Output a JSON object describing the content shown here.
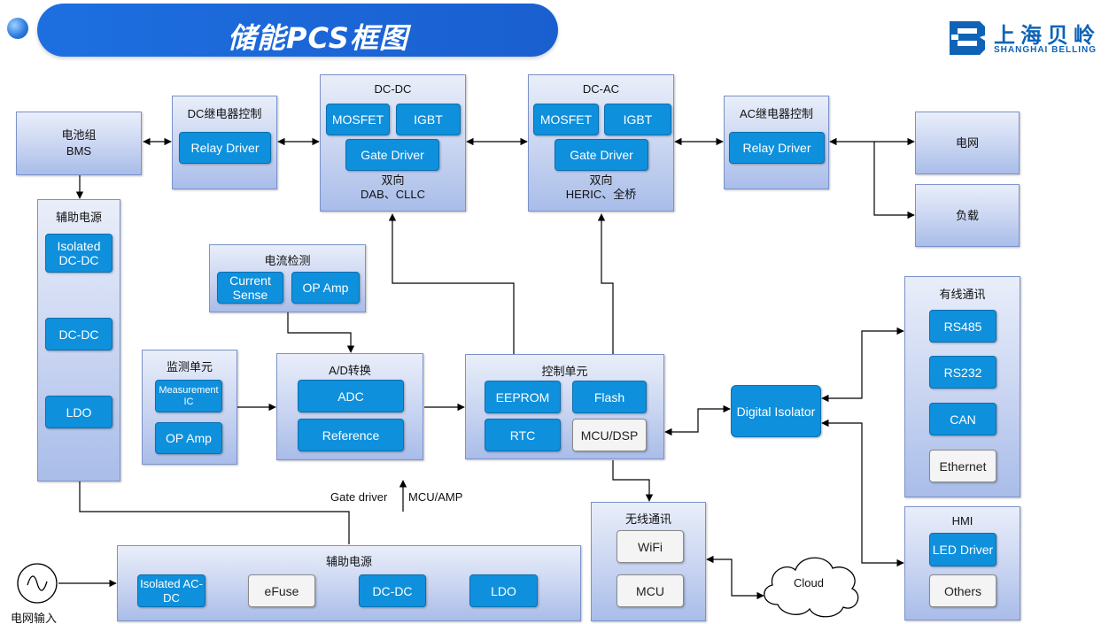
{
  "header": {
    "title": "储能PCS框图"
  },
  "logo": {
    "cn": "上海贝岭",
    "en": "SHANGHAI BELLING"
  },
  "battery": {
    "line1": "电池组",
    "line2": "BMS"
  },
  "dc_relay": {
    "title": "DC继电器控制",
    "driver": "Relay Driver"
  },
  "dcdc": {
    "title": "DC-DC",
    "mosfet": "MOSFET",
    "igbt": "IGBT",
    "gate": "Gate Driver",
    "line1": "双向",
    "line2": "DAB、CLLC"
  },
  "dcac": {
    "title": "DC-AC",
    "mosfet": "MOSFET",
    "igbt": "IGBT",
    "gate": "Gate Driver",
    "line1": "双向",
    "line2": "HERIC、全桥"
  },
  "ac_relay": {
    "title": "AC继电器控制",
    "driver": "Relay Driver"
  },
  "grid": {
    "label": "电网"
  },
  "load": {
    "label": "负载"
  },
  "aux_left": {
    "title": "辅助电源",
    "isolated": "Isolated DC-DC",
    "dcdc": "DC-DC",
    "ldo": "LDO"
  },
  "current_sense": {
    "title": "电流检测",
    "sense": "Current Sense",
    "opamp": "OP Amp"
  },
  "monitor": {
    "title": "监测单元",
    "meas": "Measurement IC",
    "opamp": "OP Amp"
  },
  "adc": {
    "title": "A/D转换",
    "adc": "ADC",
    "ref": "Reference"
  },
  "control": {
    "title": "控制单元",
    "eeprom": "EEPROM",
    "flash": "Flash",
    "rtc": "RTC",
    "mcu": "MCU/DSP"
  },
  "isolator": {
    "label": "Digital Isolator"
  },
  "wired": {
    "title": "有线通讯",
    "rs485": "RS485",
    "rs232": "RS232",
    "can": "CAN",
    "eth": "Ethernet"
  },
  "hmi": {
    "title": "HMI",
    "led": "LED Driver",
    "others": "Others"
  },
  "wireless": {
    "title": "无线通讯",
    "wifi": "WiFi",
    "mcu": "MCU"
  },
  "cloud": {
    "label": "Cloud"
  },
  "aux_bottom": {
    "title": "辅助电源",
    "isolated": "Isolated AC-DC",
    "efuse": "eFuse",
    "dcdc": "DC-DC",
    "ldo": "LDO"
  },
  "labels": {
    "gate_driver": "Gate driver",
    "mcu_amp": "MCU/AMP",
    "grid_input": "电网输入"
  },
  "colors": {
    "accent": "#0f90dc",
    "title_bar": "#1a63d6",
    "panel_top": "#e9eef9",
    "panel_bottom": "#a9bde9"
  }
}
